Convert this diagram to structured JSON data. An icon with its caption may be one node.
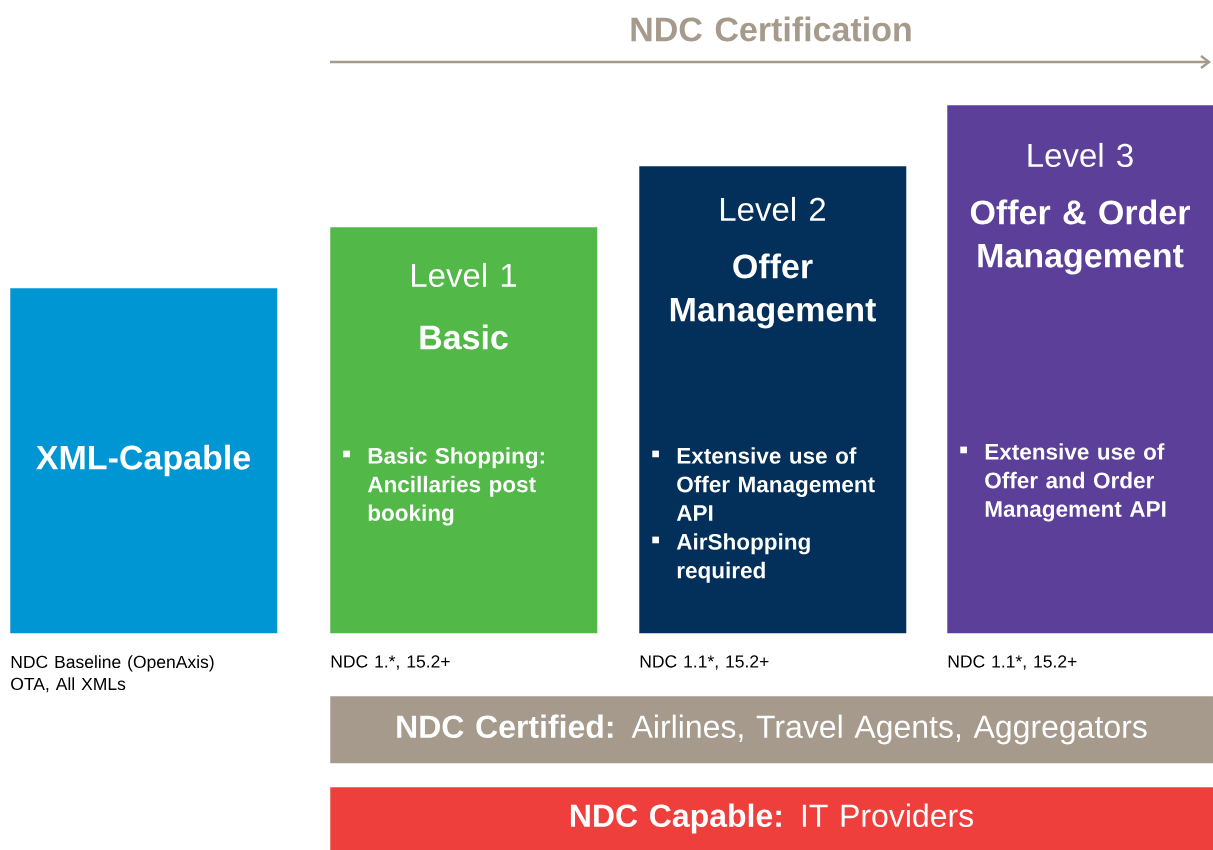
{
  "diagram": {
    "title": "NDC Certification",
    "nodes": [
      {
        "text": [
          "XML-Capable"
        ],
        "beside": [
          "NDC Baseline (OpenAxis)",
          "OTA, All XMLs"
        ]
      },
      {
        "text": [
          "Level 1",
          "Basic",
          "Basic Shopping: Ancillaries post booking"
        ],
        "beside": [
          "NDC 1.*, 15.2+"
        ]
      },
      {
        "text": [
          "Level 2",
          "Offer Management",
          "Extensive use of Offer Management API",
          "AirShopping required"
        ],
        "beside": [
          "NDC 1.1*, 15.2+"
        ]
      },
      {
        "text": [
          "Level 3",
          "Offer & Order Management",
          "Extensive use of Offer and Order Management API"
        ],
        "beside": [
          "NDC 1.1*, 15.2+"
        ]
      },
      {
        "text": [
          "**NDC Certified:** Airlines, Travel Agents, Aggregators"
        ]
      },
      {
        "text": [
          "**NDC Capable:** IT Providers"
        ]
      }
    ]
  }
}
